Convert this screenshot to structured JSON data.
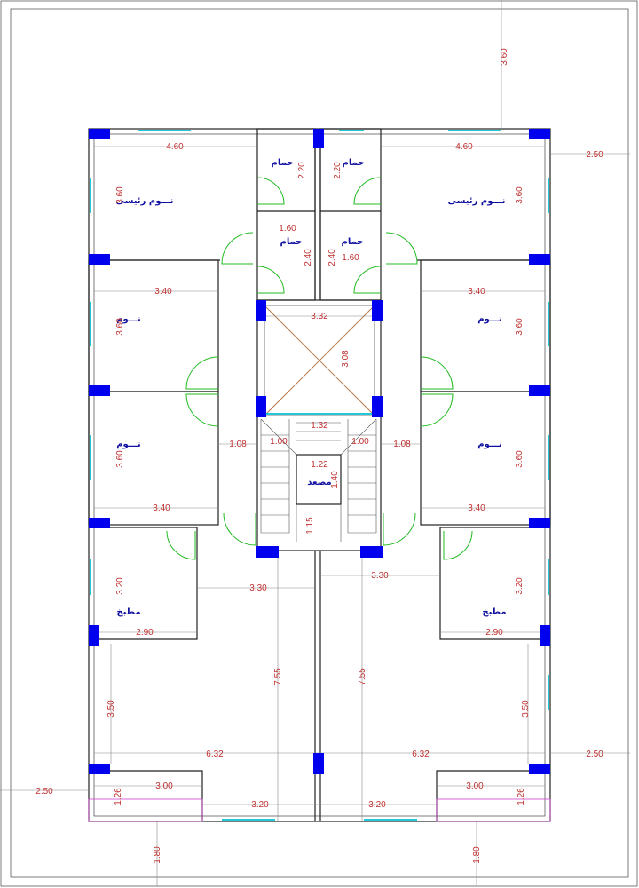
{
  "rooms": {
    "main_bed_left": "نـــوم رئيسى",
    "main_bed_right": "نـــوم رئيسى",
    "bath1": "حمام",
    "bath2": "حمام",
    "bath3": "حمام",
    "bath4": "حمام",
    "bed_l1": "نـــوم",
    "bed_r1": "نـــوم",
    "bed_l2": "نـــوم",
    "bed_r2": "نـــوم",
    "kitchen_l": "مطبخ",
    "kitchen_r": "مطبخ",
    "elevator": "مصعد"
  },
  "dims": {
    "top_3_60": "3.60",
    "right_2_50_top": "2.50",
    "right_2_50_bot": "2.50",
    "left_2_50": "2.50",
    "w_4_60_l": "4.60",
    "w_4_60_r": "4.60",
    "h_3_60_l": "3.60",
    "h_3_60_r": "3.60",
    "bath_2_20_a": "2.20",
    "bath_2_20_b": "2.20",
    "bath_1_60_a": "1.60",
    "bath_1_60_b": "1.60",
    "bath_2_40_a": "2.40",
    "bath_2_40_b": "2.40",
    "w_3_40_l1": "3.40",
    "w_3_40_r1": "3.40",
    "h_3_60_l1": "3.60",
    "h_3_60_r1": "3.60",
    "w_3_32": "3.32",
    "h_3_08": "3.08",
    "w_1_32": "1.32",
    "w_1_08_l": "1.08",
    "w_1_08_r": "1.08",
    "w_1_00_l": "1.00",
    "w_1_00_r": "1.00",
    "w_1_22": "1.22",
    "h_1_40": "1.40",
    "h_1_15": "1.15",
    "h_3_60_l2": "3.60",
    "h_3_60_r2": "3.60",
    "w_3_40_l2": "3.40",
    "w_3_40_r2": "3.40",
    "h_3_20_l": "3.20",
    "h_3_20_r": "3.20",
    "w_3_30_l": "3.30",
    "w_3_30_r": "3.30",
    "w_2_90_l": "2.90",
    "w_2_90_r": "2.90",
    "h_7_55_l": "7.55",
    "h_7_55_r": "7.55",
    "h_3_50_l": "3.50",
    "h_3_50_r": "3.50",
    "w_6_32_l": "6.32",
    "w_6_32_r": "6.32",
    "w_3_00_l": "3.00",
    "w_3_00_r": "3.00",
    "h_1_26_l": "1.26",
    "h_1_26_r": "1.26",
    "w_3_20_l": "3.20",
    "w_3_20_r": "3.20",
    "h_1_80_l": "1.80",
    "h_1_80_r": "1.80"
  },
  "colors": {
    "dimension_text": "#c03030",
    "room_text": "#1010a0",
    "column": "#0000ee",
    "door": "#22bb22",
    "window": "#22c8d8"
  }
}
